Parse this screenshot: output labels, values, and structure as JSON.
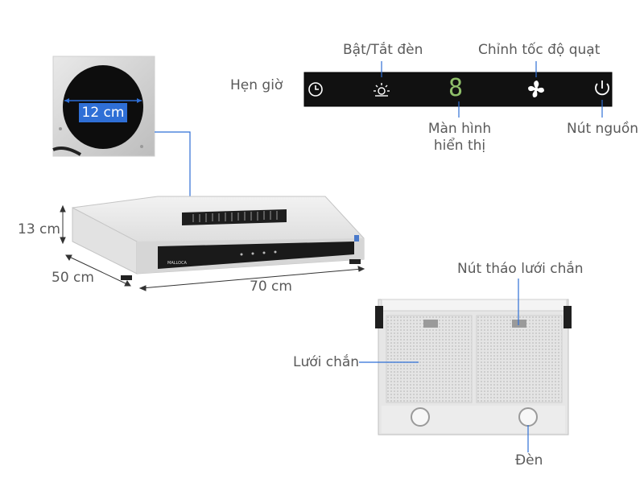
{
  "labels": {
    "pipe_diameter": "12 cm",
    "height": "13 cm",
    "depth": "50 cm",
    "width": "70 cm",
    "timer": "Hẹn giờ",
    "light_toggle": "Bật/Tắt đèn",
    "fan_speed": "Chỉnh tốc độ quạt",
    "display_line1": "Màn hình",
    "display_line2": "hiển thị",
    "power_button": "Nút nguồn",
    "filter_release": "Nút tháo lưới chắn",
    "filter": "Lưới chắn",
    "lamp": "Đèn"
  },
  "panel": {
    "display_digit": "8"
  },
  "colors": {
    "leader_line": "#2f6fd6",
    "panel_bg": "#111111",
    "display_green": "#8fbf6a",
    "steel": "#dedede"
  }
}
